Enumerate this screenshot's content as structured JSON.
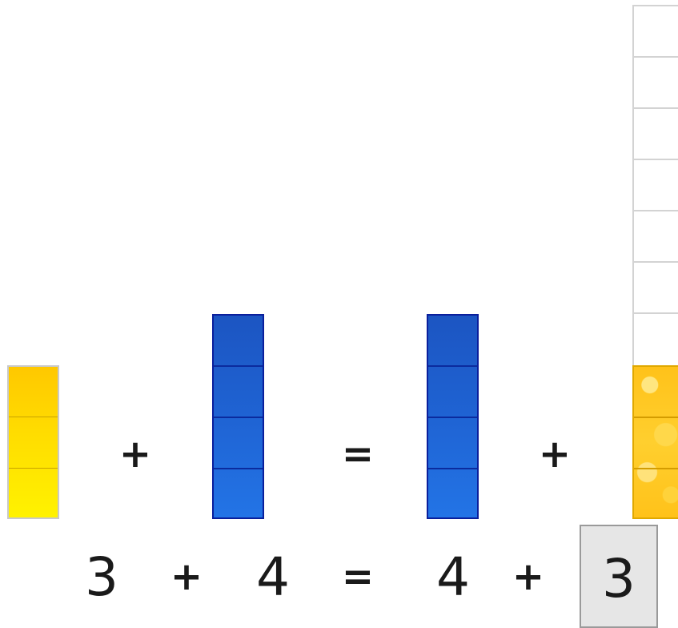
{
  "blocks": {
    "addend_a": {
      "count": 3,
      "color": "#ffdd00"
    },
    "addend_b": {
      "count": 4,
      "color": "#1f63d3"
    },
    "result_left": {
      "count": 4,
      "color": "#1f63d3"
    },
    "result_right": {
      "count": 3,
      "color": "#ffc21a"
    },
    "answer_tower_slots": 7
  },
  "visual_row": {
    "plus_1": "+",
    "equals": "=",
    "plus_2": "+"
  },
  "equation": {
    "a": "3",
    "plus_1": "+",
    "b": "4",
    "equals": "=",
    "c": "4",
    "plus_2": "+",
    "answer": "3"
  }
}
